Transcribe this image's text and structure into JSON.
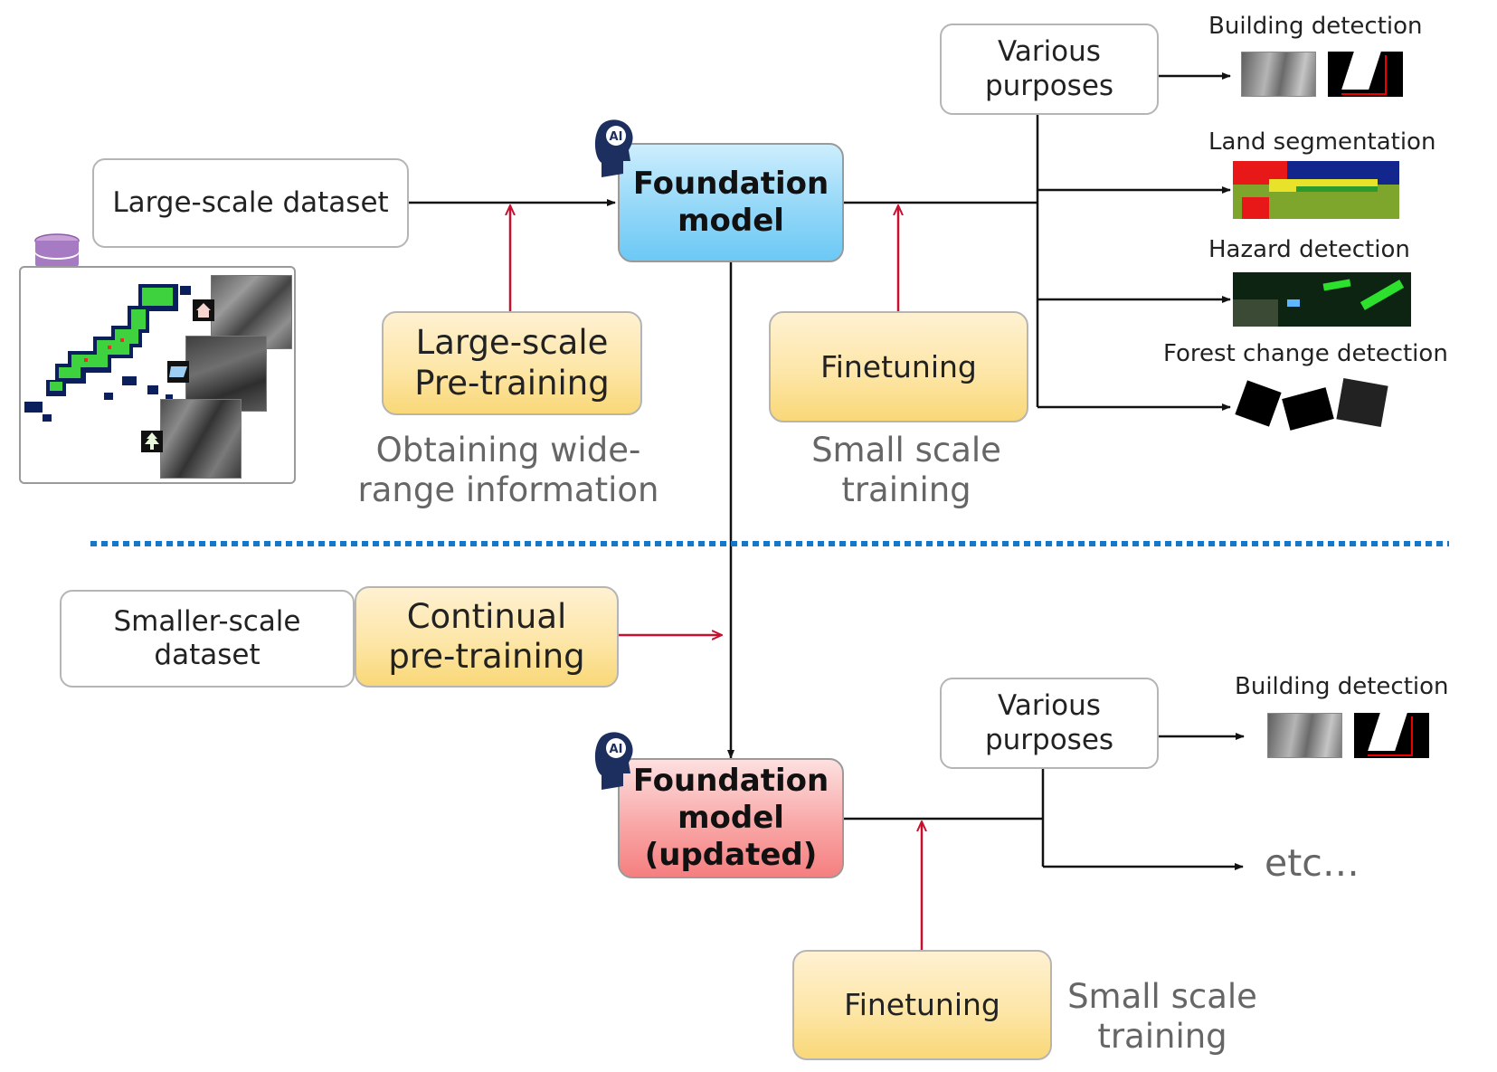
{
  "top": {
    "dataset_label": "Large-scale dataset",
    "pretraining_label": "Large-scale\nPre-training",
    "pretraining_caption": "Obtaining wide-\nrange information",
    "foundation_label": "Foundation\nmodel",
    "finetuning_label": "Finetuning",
    "finetuning_caption": "Small scale\ntraining",
    "purposes_label": "Various\npurposes",
    "tasks": [
      {
        "label": "Building detection"
      },
      {
        "label": "Land segmentation"
      },
      {
        "label": "Hazard detection"
      },
      {
        "label": "Forest change detection"
      }
    ],
    "ai_badge": "AI"
  },
  "bottom": {
    "dataset_label": "Smaller-scale\ndataset",
    "continual_label": "Continual\npre-training",
    "foundation_label": "Foundation\nmodel\n(updated)",
    "purposes_label": "Various\npurposes",
    "task_label": "Building detection",
    "etc_label": "etc…",
    "finetuning_label": "Finetuning",
    "finetuning_caption": "Small scale\ntraining",
    "ai_badge": "AI"
  },
  "colors": {
    "arrow_black": "#111111",
    "arrow_red": "#c8102e",
    "divider": "#1a75c4",
    "map_ocean": "#0a1f5c",
    "map_land": "#3fd23f"
  },
  "icons": [
    "database-icon",
    "ai-head-icon",
    "house-icon",
    "solar-panel-icon",
    "tree-icon"
  ]
}
